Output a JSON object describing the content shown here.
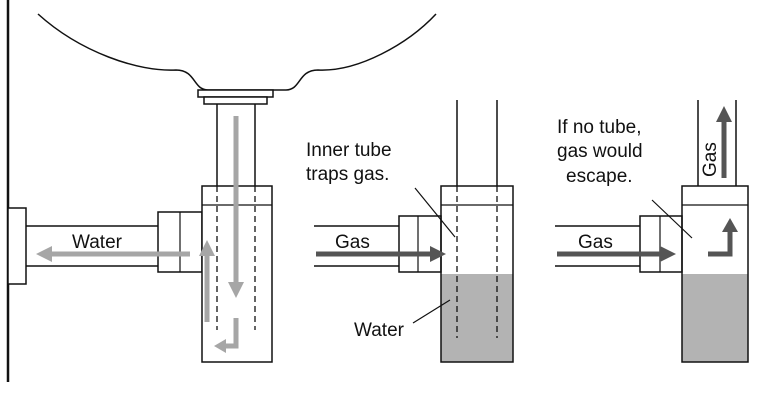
{
  "labels": {
    "water_left": "Water",
    "gas_middle": "Gas",
    "inner_tube_line1": "Inner tube",
    "inner_tube_line2": "traps gas.",
    "water_middle": "Water",
    "gas_right": "Gas",
    "no_tube_line1": "If no tube,",
    "no_tube_line2": "gas would",
    "no_tube_line3": "escape.",
    "gas_vertical": "Gas"
  },
  "colors": {
    "line": "#111111",
    "water": "#b3b3b3",
    "water_arrow": "#a6a6a6",
    "gas_arrow": "#555555",
    "background": "#ffffff"
  }
}
